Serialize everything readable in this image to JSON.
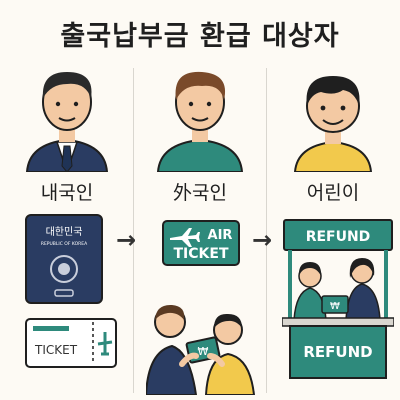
{
  "title": "출국납부금 환급 대상자",
  "columns": [
    {
      "label": "내국인"
    },
    {
      "label": "外국인"
    },
    {
      "label": "어린이"
    }
  ],
  "passport": {
    "title": "대한민국",
    "subtitle": "REPUBLIC OF KOREA"
  },
  "ticket_small": {
    "label": "TICKET"
  },
  "air_ticket": {
    "line1": "AIR",
    "line2": "TICKET"
  },
  "refund_booth": {
    "banner": "REFUND",
    "counter": "REFUND",
    "money_symbol": "₩"
  },
  "exchange_symbol": "₩",
  "colors": {
    "teal": "#2e8a7c",
    "navy": "#2a3c62",
    "yellow": "#f2c94c",
    "skin": "#f3c9a3"
  }
}
